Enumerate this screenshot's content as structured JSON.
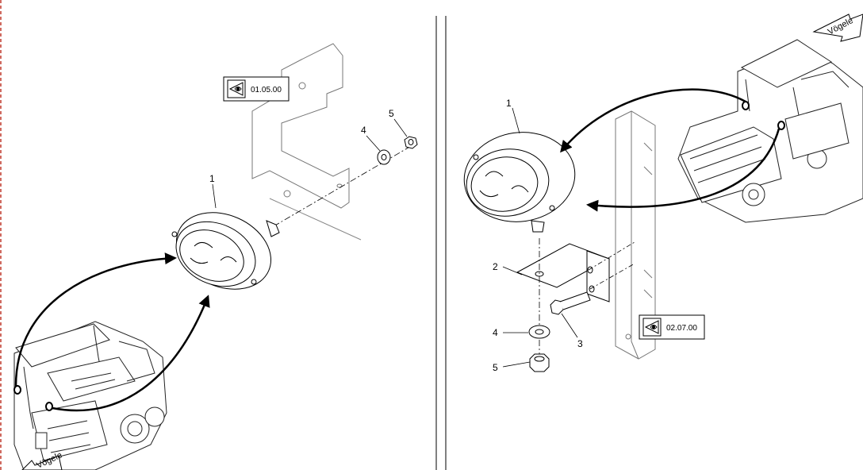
{
  "left_view": {
    "reference_box": {
      "code": "01.05.00",
      "icon": "eye-view-icon"
    },
    "callouts": [
      {
        "label": "1",
        "part": "work-light"
      },
      {
        "label": "4",
        "part": "washer"
      },
      {
        "label": "5",
        "part": "nut"
      }
    ],
    "brand_tag": "Vögele"
  },
  "right_view": {
    "reference_box": {
      "code": "02.07.00",
      "icon": "eye-view-icon"
    },
    "callouts": [
      {
        "label": "1",
        "part": "work-light"
      },
      {
        "label": "2",
        "part": "mounting-bracket"
      },
      {
        "label": "3",
        "part": "bolt"
      },
      {
        "label": "4",
        "part": "washer"
      },
      {
        "label": "5",
        "part": "nut"
      }
    ],
    "brand_tag": "Vögele"
  },
  "colors": {
    "line": "#000000",
    "border_dashed": "#c0392b",
    "paper": "#ffffff"
  }
}
